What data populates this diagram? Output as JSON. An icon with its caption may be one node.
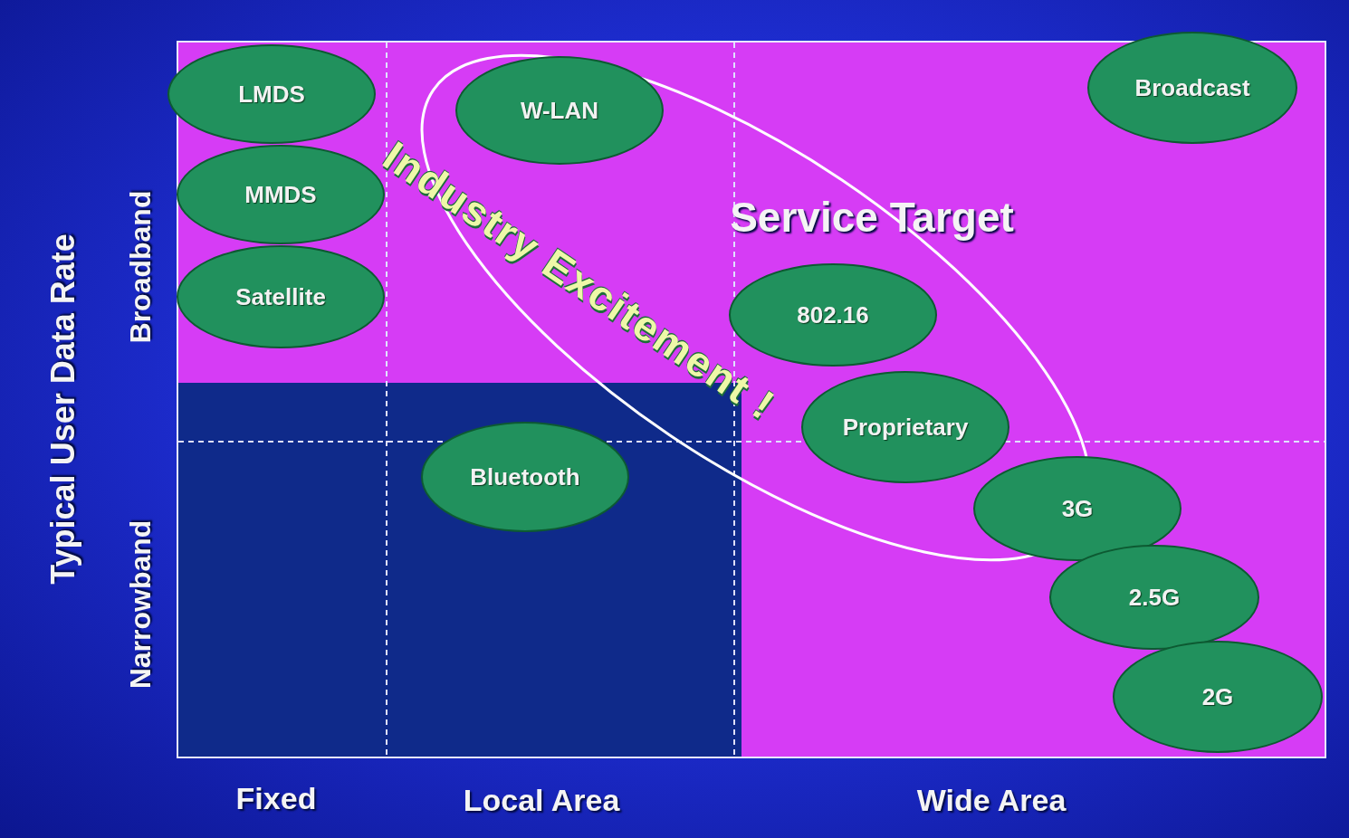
{
  "diagram": {
    "nodes": [
      {
        "text": [
          "LMDS"
        ]
      },
      {
        "text": [
          "MMDS"
        ]
      },
      {
        "text": [
          "Satellite"
        ]
      },
      {
        "text": [
          "W-LAN"
        ]
      },
      {
        "text": [
          "Broadcast"
        ]
      },
      {
        "text": [
          "802.16"
        ]
      },
      {
        "text": [
          "Proprietary"
        ]
      },
      {
        "text": [
          "Bluetooth"
        ]
      },
      {
        "text": [
          "3G"
        ]
      },
      {
        "text": [
          "2.5G"
        ]
      },
      {
        "text": [
          "2G"
        ]
      }
    ],
    "edges": [],
    "labels": [
      "Industry Excitement !",
      "Service Target",
      "Typical User Data Rate",
      "Broadband",
      "Narrowband",
      "Fixed",
      "Local Area",
      "Wide Area"
    ]
  }
}
